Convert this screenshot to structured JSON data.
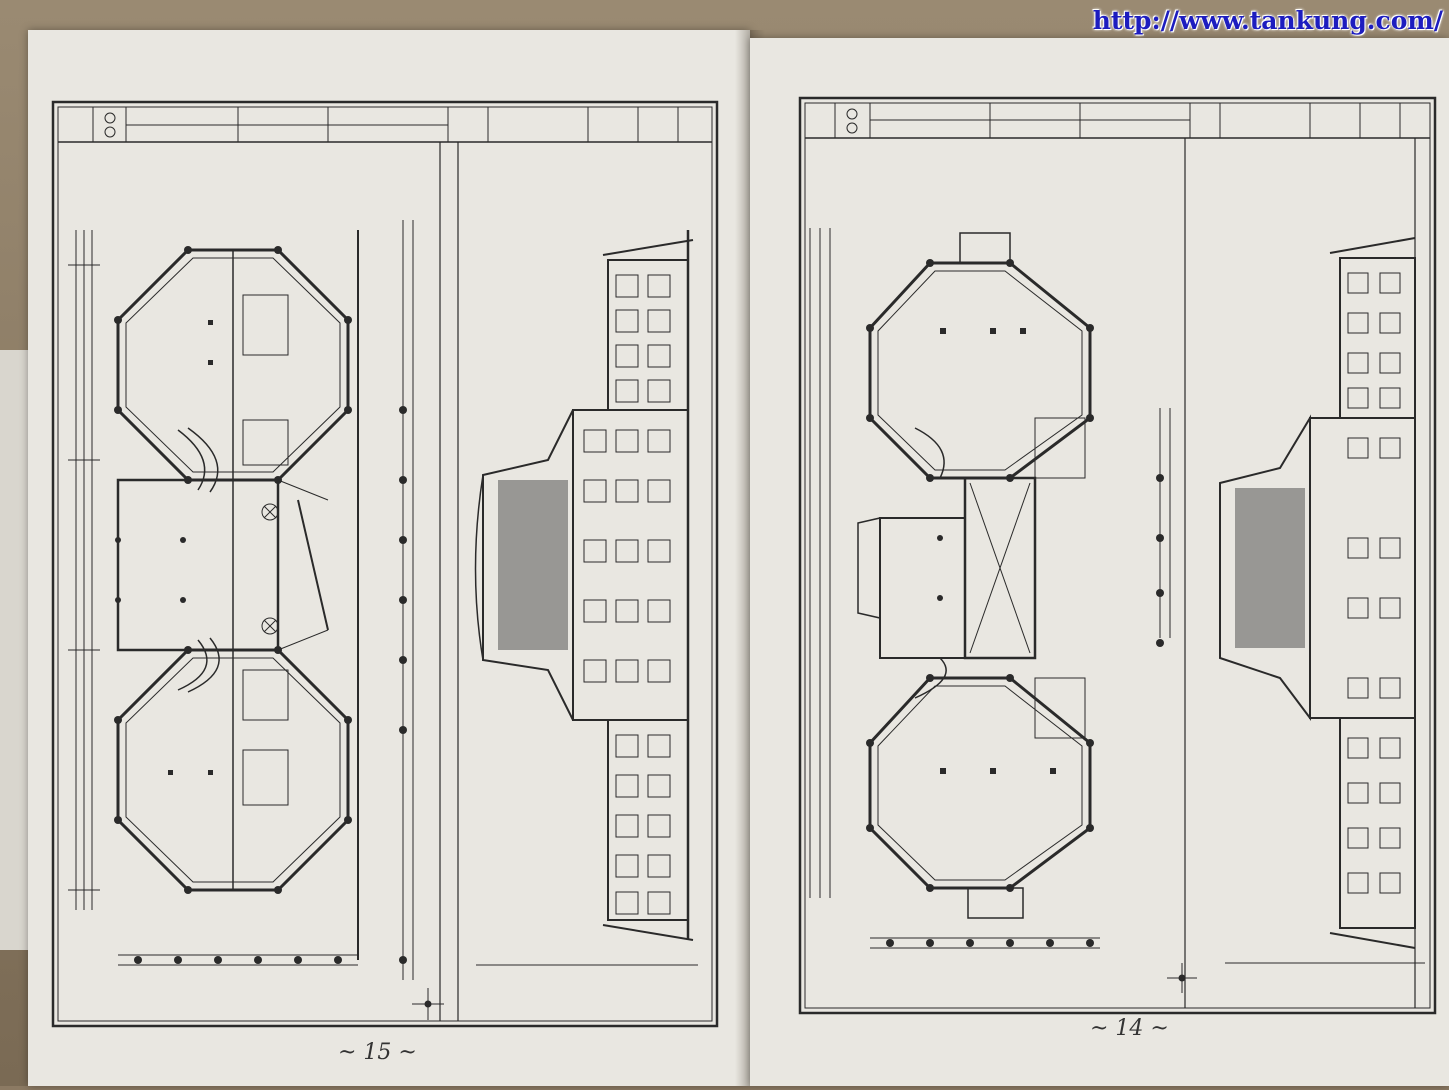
{
  "watermark": {
    "text": "http://www.tankung.com/"
  },
  "left_page": {
    "page_number": "~ 15 ~"
  },
  "right_page": {
    "page_number": "~ 14 ~"
  },
  "colors": {
    "ink": "#2a2a2a",
    "paper": "#e9e7e1",
    "watermark": "#1d1dbf"
  }
}
